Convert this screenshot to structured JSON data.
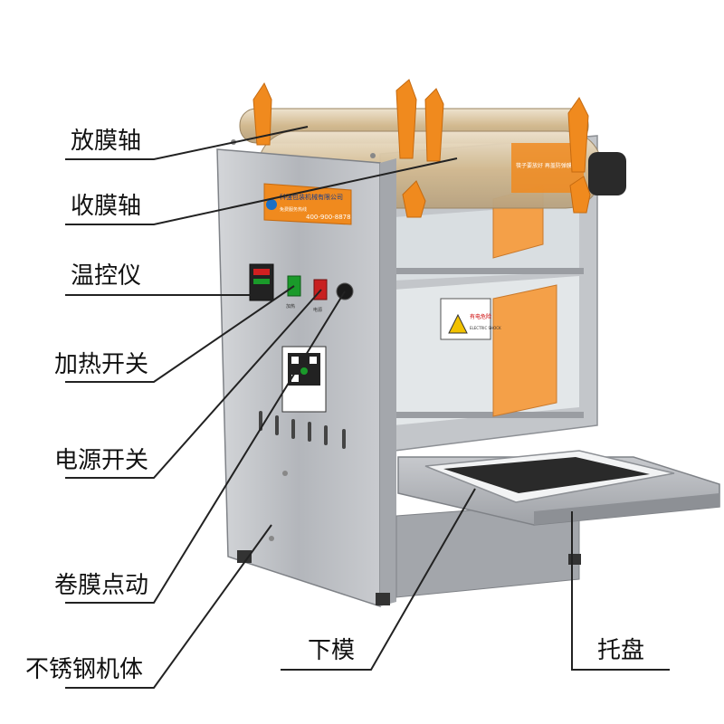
{
  "labels": {
    "film_release_shaft": "放膜轴",
    "film_takeup_shaft": "收膜轴",
    "temp_controller": "温控仪",
    "heating_switch": "加热开关",
    "power_switch": "电源开关",
    "film_jog": "卷膜点动",
    "stainless_body": "不锈钢机体",
    "lower_mold": "下模",
    "tray": "托盘"
  },
  "machine": {
    "company_name": "科强包装机械有限公司",
    "company_slogan": "免费服务热线",
    "hotline": "400-900-8878",
    "switch_left_label": "加热",
    "switch_right_label": "电源",
    "film_print": "筷子要放好 再盖防弹膜",
    "warning_title": "有电危险",
    "warning_text": "ELECTRIC SHOCK"
  },
  "colors": {
    "steel": "#b9bcc1",
    "orange": "#f08a1e",
    "film": "#d9c6a8",
    "callout_line": "#222222"
  }
}
